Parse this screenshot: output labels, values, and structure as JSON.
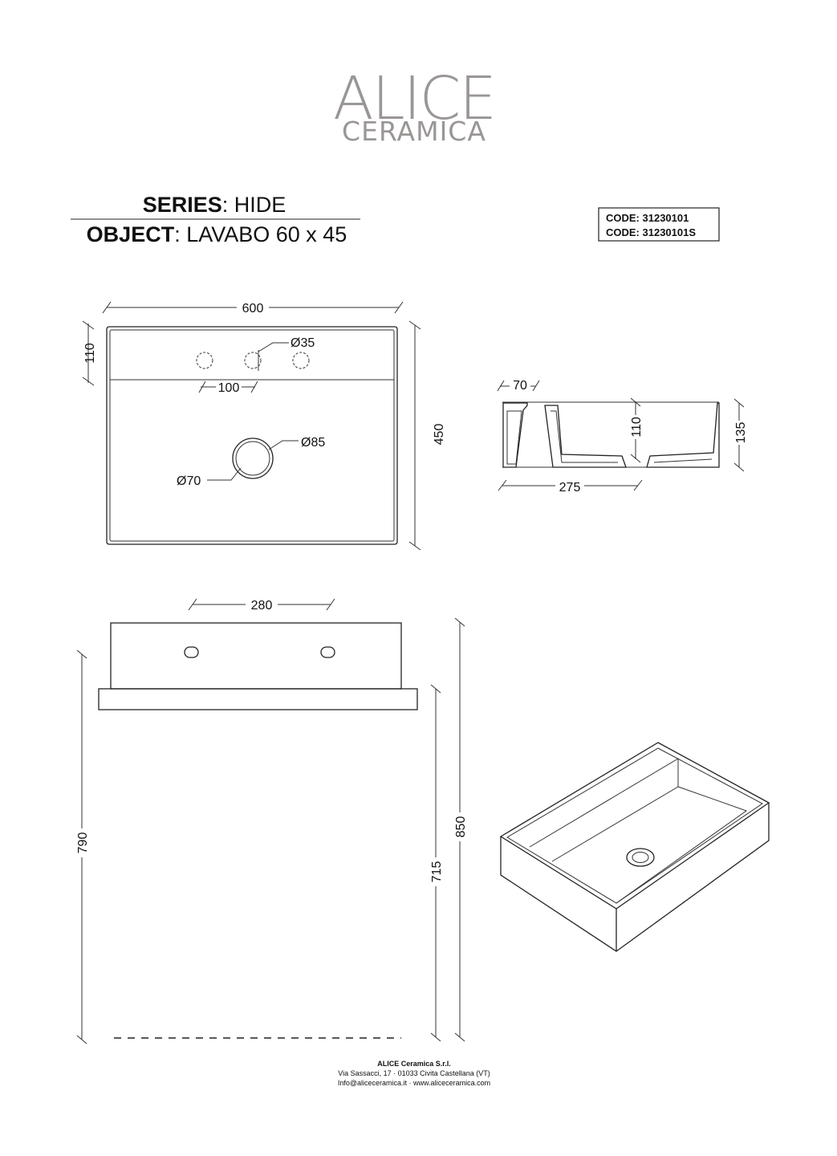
{
  "logo": {
    "line1": "ALICE",
    "line2": "CERAMICA"
  },
  "title": {
    "series_label": "SERIES",
    "series_value": ": HIDE",
    "object_label": "OBJECT",
    "object_value": ": LAVABO 60 x 45"
  },
  "codes": [
    "CODE: 31230101",
    "CODE: 31230101S"
  ],
  "top_view": {
    "width": "600",
    "depth": "450",
    "rear": "110",
    "tap_hole": "Ø35",
    "tap_spacing": "100",
    "drain_outer": "Ø85",
    "drain_inner": "Ø70"
  },
  "side_view": {
    "rim": "70",
    "basin_depth": "110",
    "height": "135",
    "drain_offset": "275"
  },
  "front_view": {
    "hole_spacing": "280",
    "h1": "790",
    "h2": "715",
    "h3": "850"
  },
  "footer": {
    "company": "ALICE Ceramica S.r.l.",
    "address": "Via Sassacci, 17 · 01033 Civita Castellana (VT)",
    "contact": "Info@aliceceramica.it · www.aliceceramica.com"
  }
}
